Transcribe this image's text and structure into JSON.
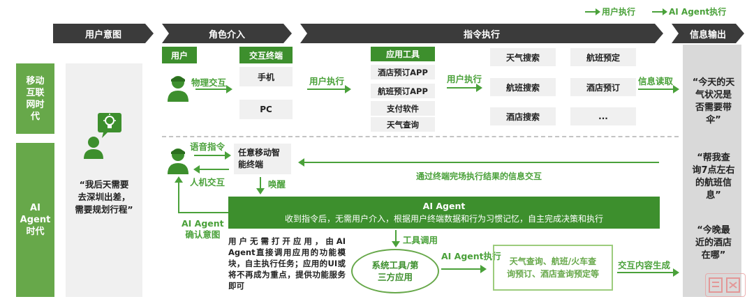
{
  "legend": {
    "user_exec": "用户执行",
    "agent_exec": "AI Agent执行"
  },
  "phases": {
    "intent": "用户意图",
    "role": "角色介入",
    "command": "指令执行",
    "output": "信息输出"
  },
  "eras": {
    "mobile": "移动\n互联\n网时\n代",
    "agent": "AI\nAgent\n时代"
  },
  "intent_quote": "“我后天需要\n去深圳出差，\n需要规划行程”",
  "mobile": {
    "user_tag": "用户",
    "terminal_tag": "交互终端",
    "physical_interaction": "物理交互",
    "phone": "手机",
    "pc": "PC",
    "user_exec_1": "用户执行",
    "apps_tag": "应用工具",
    "apps": [
      "酒店预订APP",
      "航班预订APP",
      "支付软件",
      "天气查询"
    ],
    "user_exec_2": "用户执行",
    "services_col1": [
      "天气搜索",
      "航班搜索",
      "酒店搜索"
    ],
    "services_col2": [
      "航班预定",
      "酒店预订",
      "..."
    ],
    "info_read": "信息读取"
  },
  "agent": {
    "voice_command": "语音指令",
    "human_interaction": "人机交互",
    "terminal": "任意移动智\n能终端",
    "wake": "唤醒",
    "feedback": "通过终端完场执行结果的信息交互",
    "confirm": "AI Agent\n确认意图",
    "agent_title": "AI Agent",
    "agent_desc": "收到指令后，无需用户介入，根据用户终端数据和行为习惯记忆，自主完成决策和执行",
    "tool_call": "工具调用",
    "note": "用户无需打开应用，由AI Agent直接调用应用的功能模块，自主执行任务；应用的UI或将不再成为重点，提供功能服务即可",
    "tools": "系统工具/第\n三方应用",
    "agent_exec": "AI Agent执行",
    "results": "天气查询、航班/火车查\n询预订、酒店查询预定等",
    "content_gen": "交互内容生成"
  },
  "outputs": [
    "“今天的天\n气状况是\n否需要带\n伞”",
    "“帮我查\n询7点左右\n的航班信\n息”",
    "“今晚最\n近的酒店\n在哪”"
  ],
  "colors": {
    "accent": "#4aa13a",
    "dark_green": "#3d8f2d",
    "chevron": "#3b3b3b"
  }
}
